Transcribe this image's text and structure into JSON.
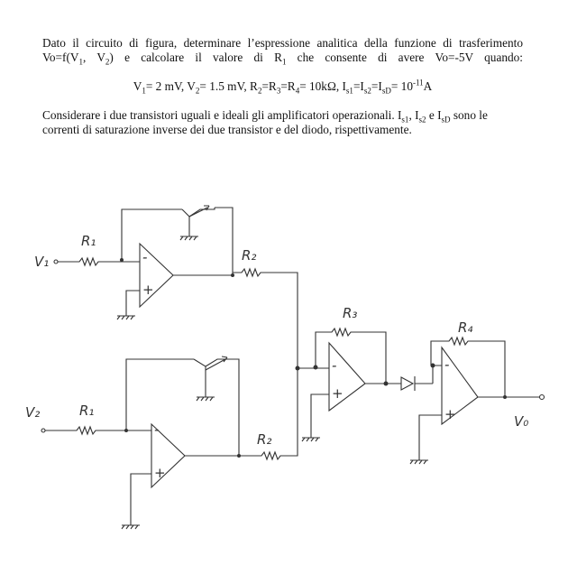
{
  "problem": {
    "line1": "Dato il circuito di figura, determinare l’espressione analitica della funzione di trasferimento",
    "line2_a": "Vo=f(V",
    "line2_b": ", V",
    "line2_c": ") e calcolare il valore di R",
    "line2_d": " che consente di avere Vo=-5V quando:",
    "given": {
      "v1": "V",
      "v1s": "1",
      "v1v": "= 2 mV, V",
      "v2s": "2",
      "v2v": "= 1.5 mV, R",
      "r2s": "2",
      "eq1": "=R",
      "r3s": "3",
      "eq2": "=R",
      "r4s": "4",
      "rv": "= 10kΩ, I",
      "is1": "s1",
      "eq3": "=I",
      "is2": "s2",
      "eq4": "=I",
      "isd": "sD",
      "iv": "= 10",
      "exp": "-11",
      "unit": "A"
    },
    "line3_a": "Considerare i due transistori uguali e ideali gli amplificatori operazionali. I",
    "line3_b": ", I",
    "line3_c": " e I",
    "line3_d": " sono le",
    "line4": "correnti di saturazione inverse dei due transistor e del diodo, rispettivamente.",
    "sub1": "1",
    "sub2": "2",
    "subs1": "s1",
    "subs2": "s2",
    "subsD": "sD"
  },
  "circuit": {
    "v1": "V₁",
    "v2": "V₂",
    "r1a": "R₁",
    "r1b": "R₁",
    "r2a": "R₂",
    "r2b": "R₂",
    "r3": "R₃",
    "r4": "R₄",
    "vo": "V₀",
    "minus": "-",
    "plus": "+"
  }
}
